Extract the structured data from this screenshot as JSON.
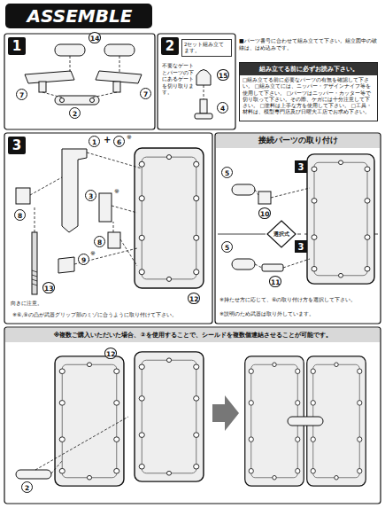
{
  "diagram": {
    "title": "ASSEMBLE",
    "nodes": [
      {
        "text": [
          "1"
        ]
      },
      {
        "text": [
          "2"
        ]
      },
      {
        "text": [
          "2セット組み立てます。"
        ]
      },
      {
        "text": [
          "組み立てる前に必ずお読み下さい。",
          "□組み立てる前に必要なパーツの有無を確認して下さい。 □組み立てには、ニッパー・デザインナイフ等を使用して下さい。 □パーツはニッパー・カッター等で切り取って下さい。その際、ケガには十分注意して下さい。 □塗料は上手な方を使用して下さい。 □工具・材料は、模型専門店及び日曜大工店でお求め下さい。"
        ]
      },
      {
        "text": [
          "3"
        ]
      },
      {
        "text": [
          "接続パーツの取り付け"
        ]
      },
      {
        "text": [
          "3"
        ]
      },
      {
        "text": [
          "3"
        ]
      },
      {
        "text": [
          "選択式"
        ]
      },
      {
        "text": [
          "※複数ご購入いただいた場合、②を使用することで、シールドを複数個連結させることが可能です。"
        ]
      }
    ],
    "labels": [
      "14",
      "7",
      "2",
      "7",
      "不要なゲートとパーツの下にあるゲートを切り取ります。",
      "15",
      "4",
      "■パーツ番号に合わせて組み立てて下さい。組立図中の破線は、はめ込みです。",
      "1",
      "+",
      "6",
      "※",
      "8",
      "3",
      "※",
      "8",
      "9",
      "※",
      "13",
      "12",
      "向きに注意。",
      "※⑥,⑨の凸が武器グリップ部のミゾに合うように取り付けて下さい。",
      "5",
      "10",
      "5",
      "11",
      "※持たせ方に応じて、⑥の取り付け方を選択して下さい。",
      "※説明のため武器は取り外しています。",
      "12",
      "2"
    ]
  }
}
